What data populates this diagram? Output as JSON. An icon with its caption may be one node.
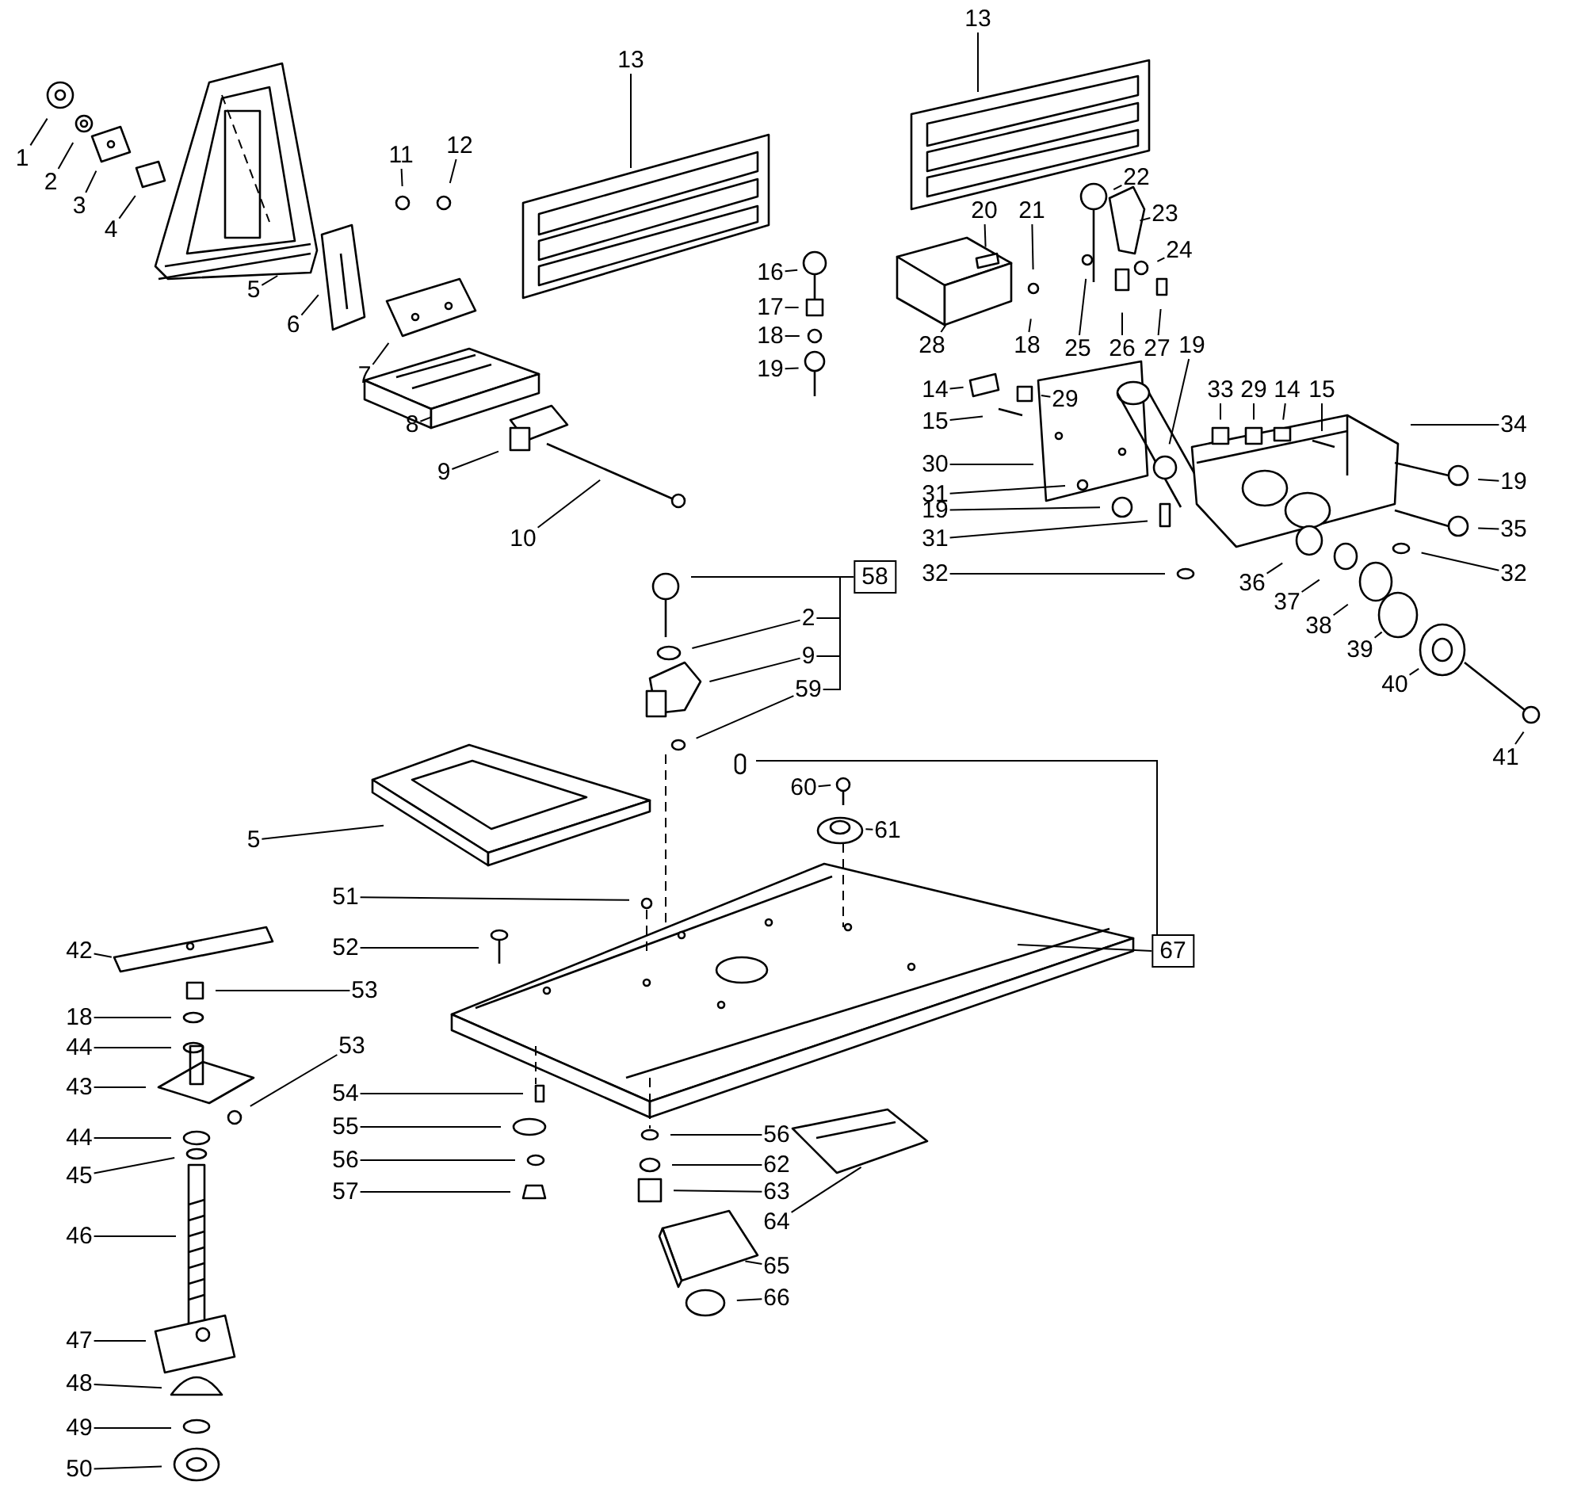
{
  "diagram": {
    "nodes": [
      {
        "text": [
          "1"
        ]
      },
      {
        "text": [
          "2"
        ]
      },
      {
        "text": [
          "3"
        ]
      },
      {
        "text": [
          "4"
        ]
      },
      {
        "text": [
          "13"
        ]
      },
      {
        "text": [
          "13"
        ]
      },
      {
        "text": [
          "11"
        ]
      },
      {
        "text": [
          "12"
        ]
      },
      {
        "text": [
          "22"
        ]
      },
      {
        "text": [
          "23"
        ]
      },
      {
        "text": [
          "20"
        ]
      },
      {
        "text": [
          "21"
        ]
      },
      {
        "text": [
          "24"
        ]
      },
      {
        "text": [
          "16"
        ]
      },
      {
        "text": [
          "5"
        ]
      },
      {
        "text": [
          "17"
        ]
      },
      {
        "text": [
          "6"
        ]
      },
      {
        "text": [
          "18"
        ]
      },
      {
        "text": [
          "18"
        ]
      },
      {
        "text": [
          "25"
        ]
      },
      {
        "text": [
          "26"
        ]
      },
      {
        "text": [
          "27"
        ]
      },
      {
        "text": [
          "19"
        ]
      },
      {
        "text": [
          "28"
        ]
      },
      {
        "text": [
          "19"
        ]
      },
      {
        "text": [
          "7"
        ]
      },
      {
        "text": [
          "29"
        ]
      },
      {
        "text": [
          "14"
        ]
      },
      {
        "text": [
          "33"
        ]
      },
      {
        "text": [
          "29"
        ]
      },
      {
        "text": [
          "14"
        ]
      },
      {
        "text": [
          "15"
        ]
      },
      {
        "text": [
          "15"
        ]
      },
      {
        "text": [
          "8"
        ]
      },
      {
        "text": [
          "34"
        ]
      },
      {
        "text": [
          "30"
        ]
      },
      {
        "text": [
          "9"
        ]
      },
      {
        "text": [
          "19"
        ]
      },
      {
        "text": [
          "31"
        ]
      },
      {
        "text": [
          "19"
        ]
      },
      {
        "text": [
          "35"
        ]
      },
      {
        "text": [
          "31"
        ]
      },
      {
        "text": [
          "10"
        ]
      },
      {
        "text": [
          "32"
        ]
      },
      {
        "text": [
          "32"
        ]
      },
      {
        "text": [
          "58"
        ]
      },
      {
        "text": [
          "36"
        ]
      },
      {
        "text": [
          "37"
        ]
      },
      {
        "text": [
          "2"
        ]
      },
      {
        "text": [
          "38"
        ]
      },
      {
        "text": [
          "39"
        ]
      },
      {
        "text": [
          "9"
        ]
      },
      {
        "text": [
          "40"
        ]
      },
      {
        "text": [
          "59"
        ]
      },
      {
        "text": [
          "41"
        ]
      },
      {
        "text": [
          "60"
        ]
      },
      {
        "text": [
          "61"
        ]
      },
      {
        "text": [
          "5"
        ]
      },
      {
        "text": [
          "51"
        ]
      },
      {
        "text": [
          "52"
        ]
      },
      {
        "text": [
          "42"
        ]
      },
      {
        "text": [
          "67"
        ]
      },
      {
        "text": [
          "53"
        ]
      },
      {
        "text": [
          "18"
        ]
      },
      {
        "text": [
          "44"
        ]
      },
      {
        "text": [
          "43"
        ]
      },
      {
        "text": [
          "53"
        ]
      },
      {
        "text": [
          "54"
        ]
      },
      {
        "text": [
          "55"
        ]
      },
      {
        "text": [
          "56"
        ]
      },
      {
        "text": [
          "56"
        ]
      },
      {
        "text": [
          "44"
        ]
      },
      {
        "text": [
          "62"
        ]
      },
      {
        "text": [
          "45"
        ]
      },
      {
        "text": [
          "57"
        ]
      },
      {
        "text": [
          "63"
        ]
      },
      {
        "text": [
          "64"
        ]
      },
      {
        "text": [
          "46"
        ]
      },
      {
        "text": [
          "65"
        ]
      },
      {
        "text": [
          "66"
        ]
      },
      {
        "text": [
          "47"
        ]
      },
      {
        "text": [
          "48"
        ]
      },
      {
        "text": [
          "49"
        ]
      },
      {
        "text": [
          "50"
        ]
      }
    ],
    "edges": [
      {
        "from": 0,
        "to": null,
        "arrow": "none"
      },
      {
        "from": 1,
        "to": null,
        "arrow": "none"
      },
      {
        "from": 2,
        "to": null,
        "arrow": "none"
      },
      {
        "from": 3,
        "to": null,
        "arrow": "none"
      },
      {
        "from": 4,
        "to": null,
        "arrow": "none"
      },
      {
        "from": 5,
        "to": null,
        "arrow": "none"
      },
      {
        "from": 6,
        "to": null,
        "arrow": "none"
      },
      {
        "from": 7,
        "to": null,
        "arrow": "none"
      },
      {
        "from": 8,
        "to": null,
        "arrow": "none"
      },
      {
        "from": 9,
        "to": null,
        "arrow": "none"
      },
      {
        "from": 10,
        "to": null,
        "arrow": "none"
      },
      {
        "from": 11,
        "to": null,
        "arrow": "none"
      },
      {
        "from": 12,
        "to": null,
        "arrow": "none"
      },
      {
        "from": 13,
        "to": null,
        "arrow": "none"
      },
      {
        "from": 14,
        "to": null,
        "arrow": "none"
      },
      {
        "from": 15,
        "to": null,
        "arrow": "none"
      },
      {
        "from": 16,
        "to": null,
        "arrow": "none"
      },
      {
        "from": 17,
        "to": null,
        "arrow": "none"
      },
      {
        "from": 18,
        "to": null,
        "arrow": "none"
      },
      {
        "from": 19,
        "to": null,
        "arrow": "none"
      },
      {
        "from": 20,
        "to": null,
        "arrow": "none"
      },
      {
        "from": 21,
        "to": null,
        "arrow": "none"
      },
      {
        "from": 22,
        "to": null,
        "arrow": "none"
      },
      {
        "from": 23,
        "to": null,
        "arrow": "none"
      },
      {
        "from": 24,
        "to": null,
        "arrow": "none"
      },
      {
        "from": 25,
        "to": null,
        "arrow": "none"
      },
      {
        "from": 26,
        "to": null,
        "arrow": "none"
      },
      {
        "from": 27,
        "to": null,
        "arrow": "none"
      },
      {
        "from": 28,
        "to": null,
        "arrow": "none"
      },
      {
        "from": 29,
        "to": null,
        "arrow": "none"
      },
      {
        "from": 30,
        "to": null,
        "arrow": "none"
      },
      {
        "from": 31,
        "to": null,
        "arrow": "none"
      },
      {
        "from": 32,
        "to": null,
        "arrow": "none"
      },
      {
        "from": 33,
        "to": null,
        "arrow": "none"
      },
      {
        "from": 34,
        "to": null,
        "arrow": "none"
      },
      {
        "from": 35,
        "to": null,
        "arrow": "none"
      },
      {
        "from": 36,
        "to": null,
        "arrow": "none"
      },
      {
        "from": 37,
        "to": null,
        "arrow": "none"
      },
      {
        "from": 38,
        "to": null,
        "arrow": "none"
      },
      {
        "from": 39,
        "to": null,
        "arrow": "none"
      },
      {
        "from": 40,
        "to": null,
        "arrow": "none"
      },
      {
        "from": 41,
        "to": null,
        "arrow": "none"
      },
      {
        "from": 42,
        "to": null,
        "arrow": "none"
      },
      {
        "from": 43,
        "to": null,
        "arrow": "none"
      },
      {
        "from": 44,
        "to": null,
        "arrow": "none"
      },
      {
        "from": 46,
        "to": null,
        "arrow": "none"
      },
      {
        "from": 47,
        "to": null,
        "arrow": "none"
      },
      {
        "from": 48,
        "to": null,
        "arrow": "none"
      },
      {
        "from": 49,
        "to": null,
        "arrow": "none"
      },
      {
        "from": 50,
        "to": null,
        "arrow": "none"
      },
      {
        "from": 51,
        "to": null,
        "arrow": "none"
      },
      {
        "from": 52,
        "to": null,
        "arrow": "none"
      },
      {
        "from": 53,
        "to": null,
        "arrow": "none"
      },
      {
        "from": 54,
        "to": null,
        "arrow": "none"
      },
      {
        "from": 55,
        "to": null,
        "arrow": "none"
      },
      {
        "from": 56,
        "to": null,
        "arrow": "none"
      },
      {
        "from": 57,
        "to": null,
        "arrow": "none"
      },
      {
        "from": 58,
        "to": null,
        "arrow": "none"
      },
      {
        "from": 59,
        "to": null,
        "arrow": "none"
      },
      {
        "from": 60,
        "to": null,
        "arrow": "none"
      },
      {
        "from": 62,
        "to": null,
        "arrow": "none"
      },
      {
        "from": 63,
        "to": null,
        "arrow": "none"
      },
      {
        "from": 64,
        "to": null,
        "arrow": "none"
      },
      {
        "from": 65,
        "to": null,
        "arrow": "none"
      },
      {
        "from": 66,
        "to": null,
        "arrow": "none"
      },
      {
        "from": 67,
        "to": null,
        "arrow": "none"
      },
      {
        "from": 68,
        "to": null,
        "arrow": "none"
      },
      {
        "from": 69,
        "to": null,
        "arrow": "none"
      },
      {
        "from": 70,
        "to": null,
        "arrow": "none"
      },
      {
        "from": 71,
        "to": null,
        "arrow": "none"
      },
      {
        "from": 72,
        "to": null,
        "arrow": "none"
      },
      {
        "from": 73,
        "to": null,
        "arrow": "none"
      },
      {
        "from": 74,
        "to": null,
        "arrow": "none"
      },
      {
        "from": 75,
        "to": null,
        "arrow": "none"
      },
      {
        "from": 76,
        "to": null,
        "arrow": "none"
      },
      {
        "from": 77,
        "to": null,
        "arrow": "none"
      },
      {
        "from": 78,
        "to": null,
        "arrow": "none"
      },
      {
        "from": 79,
        "to": null,
        "arrow": "none"
      },
      {
        "from": 80,
        "to": null,
        "arrow": "none"
      },
      {
        "from": 81,
        "to": null,
        "arrow": "none"
      },
      {
        "from": 82,
        "to": null,
        "arrow": "none"
      },
      {
        "from": 83,
        "to": null,
        "arrow": "none"
      },
      {
        "from": 45,
        "to": null,
        "arrow": "none"
      },
      {
        "from": 45,
        "to": 48,
        "arrow": "none"
      },
      {
        "from": 45,
        "to": 51,
        "arrow": "none"
      },
      {
        "from": 45,
        "to": 53,
        "arrow": "none"
      },
      {
        "from": 61,
        "to": null,
        "arrow": "none"
      },
      {
        "from": 61,
        "to": null,
        "arrow": "none"
      }
    ]
  }
}
